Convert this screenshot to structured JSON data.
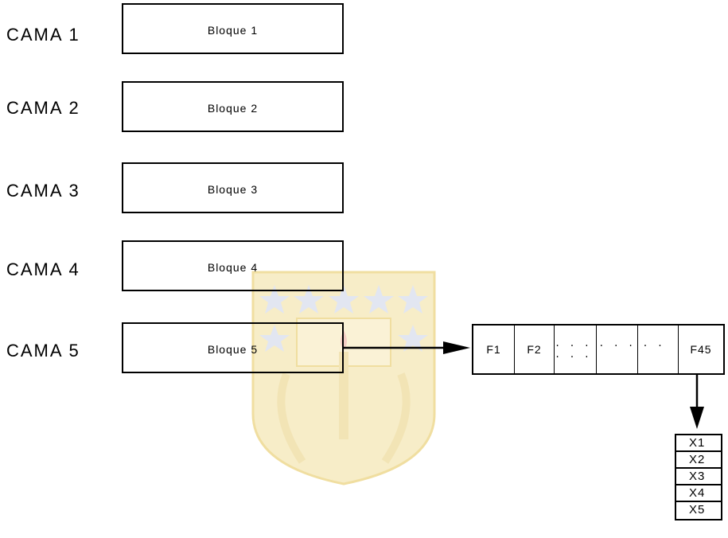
{
  "rows": [
    {
      "cama": "CAMA 1",
      "bloque": "Bloque 1"
    },
    {
      "cama": "CAMA 2",
      "bloque": "Bloque 2"
    },
    {
      "cama": "CAMA 3",
      "bloque": "Bloque 3"
    },
    {
      "cama": "CAMA 4",
      "bloque": "Bloque 4"
    },
    {
      "cama": "CAMA 5",
      "bloque": "Bloque 5"
    }
  ],
  "filas": {
    "first": "F1",
    "second": "F2",
    "dots": ". . . . . . . . . . .",
    "last": "F45"
  },
  "x_items": [
    "X1",
    "X2",
    "X3",
    "X4",
    "X5"
  ],
  "colors": {
    "line": "#000000",
    "watermark_shield": "#f3e6b8",
    "watermark_blue": "#dde2ef",
    "watermark_red": "#f2c8c0"
  }
}
